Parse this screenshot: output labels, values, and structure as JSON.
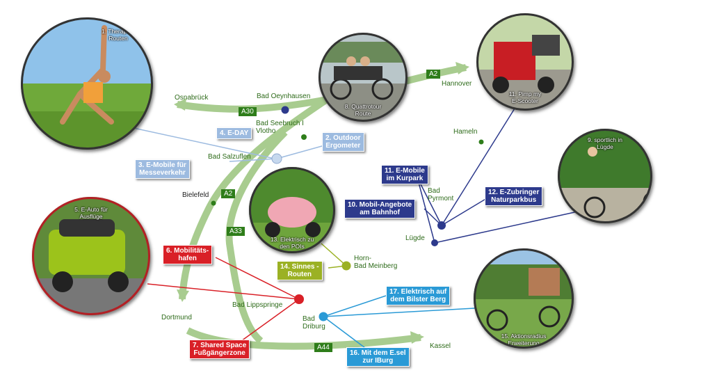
{
  "cities": {
    "osnabrueck": "Osnabrück",
    "bad_oeynhausen": "Bad Oeynhausen",
    "hannover": "Hannover",
    "bad_seebruch_vlotho": "Bad Seebruch I\nVlotho",
    "hameln": "Hameln",
    "bad_salzuflen": "Bad Salzuflen",
    "bielefeld": "Bielefeld",
    "bad_pyrmont": "Bad\nPyrmont",
    "luegde": "Lügde",
    "horn_bad_meinberg": "Horn-\nBad Meinberg",
    "bad_lippspringe": "Bad Lippspringe",
    "dortmund": "Dortmund",
    "bad_driburg": "Bad\nDriburg",
    "kassel": "Kassel"
  },
  "roads": {
    "a30": "A30",
    "a2_east": "A2",
    "a2_west": "A2",
    "a33": "A33",
    "a44": "A44"
  },
  "boxes": {
    "e_day": "4. E-DAY",
    "outdoor_ergometer": "2. Outdoor\nErgometer",
    "e_mobile_messe": "3. E-Mobile für\nMesseverkehr",
    "e_mobile_kurpark": "11. E-Mobile\nim Kurpark",
    "mobil_angebote": "10. Mobil-Angebote\nam Bahnhof",
    "e_zubringer": "12. E-Zubringer\nNaturparkbus",
    "mobilitaetshafen": "6. Mobilitäts-\nhafen",
    "sinnes_routen": "14. Sinnes -\nRouten",
    "elektrisch_bilster": "17. Elektrisch auf\ndem Bilster Berg",
    "shared_space": "7. Shared Space\nFußgängerzone",
    "e_sel": "16. Mit dem E.sel\nzur IBurg"
  },
  "photos": {
    "therapie": "1. Therapie -\nRouten",
    "quattrotour": "8. Quattrotour\nRoute",
    "pimp_scooter": "11. Pimp my\nE-Scooter",
    "sportlich": "9. sportlich in\nLügde",
    "e_auto": "5. E-Auto für\nAusflüge",
    "elektrisch_pois": "13. Elektrisch zu\nden POIs",
    "aktionsradius": "15. Aktionsradius\nErweiterung"
  },
  "colors": {
    "road": "#a8cc8f",
    "road_dark": "#2e7d1a",
    "navy": "#2d3a8c",
    "lightblue": "#9dbbe0",
    "red": "#d92027",
    "olive": "#9bb124",
    "cyan": "#2a9ad6"
  }
}
